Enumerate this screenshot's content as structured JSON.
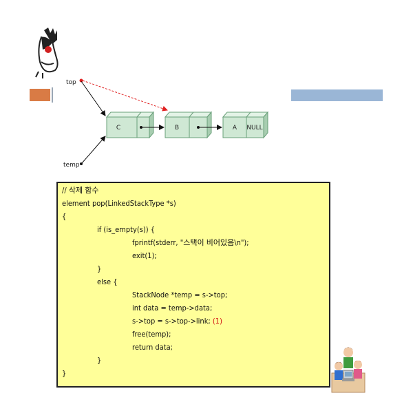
{
  "diagram": {
    "top_label": "top",
    "temp_label": "temp",
    "nodes": [
      {
        "label": "C"
      },
      {
        "label": "B"
      },
      {
        "label": "A"
      }
    ],
    "null_label": "NULL"
  },
  "code": {
    "lines": [
      {
        "text": "// 삭제 함수",
        "indent": 0
      },
      {
        "text": "element pop(LinkedStackType *s)",
        "indent": 0
      },
      {
        "text": "{",
        "indent": 0
      },
      {
        "text": "if (is_empty(s)) {",
        "indent": 1
      },
      {
        "text": "fprintf(stderr, \"스택이 비어있음\\n\");",
        "indent": 2
      },
      {
        "text": "exit(1);",
        "indent": 2
      },
      {
        "text": "}",
        "indent": 1
      },
      {
        "text": "else {",
        "indent": 1
      },
      {
        "text": "StackNode *temp = s->top;",
        "indent": 2
      },
      {
        "text": "int data = temp->data;",
        "indent": 2
      },
      {
        "text": "s->top = s->top->link; ",
        "indent": 2,
        "mark": "(1)"
      },
      {
        "text": "free(temp);",
        "indent": 2
      },
      {
        "text": "return data;",
        "indent": 2
      },
      {
        "text": "}",
        "indent": 1
      },
      {
        "text": "}",
        "indent": 0
      }
    ]
  },
  "colors": {
    "node_fill": "#cfe8d4",
    "code_bg": "#ffff99",
    "accent_orange": "#d97b45",
    "accent_blue": "#9ab6d6",
    "arrow_red": "#e02020"
  }
}
